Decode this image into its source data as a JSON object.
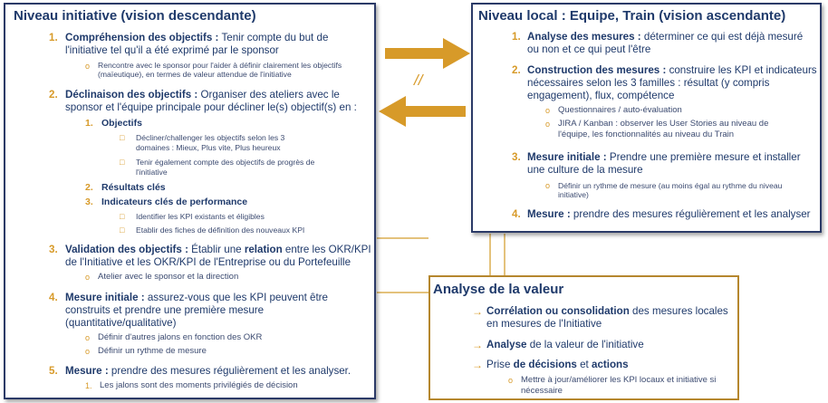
{
  "left": {
    "title": "Niveau initiative (vision descendante)",
    "items": [
      {
        "num": "1.",
        "bold": "Compréhension des objectifs :",
        "text": " Tenir compte du but de",
        "cont": "l'initiative tel qu'il a été exprimé par le sponsor",
        "sub": [
          "Rencontre avec le sponsor pour l'aider à définir clairement les objectifs",
          "(maïeutique), en termes de valeur attendue de l'initiative"
        ]
      },
      {
        "num": "2.",
        "bold": "Déclinaison des objectifs :",
        "text": " Organiser des ateliers avec le",
        "cont": "sponsor et l'équipe principale pour décliner le(s) objectif(s) en :",
        "subitems": [
          {
            "num": "1.",
            "label": "Objectifs",
            "lines": [
              "Décliner/challenger les objectifs selon les 3",
              "domaines : Mieux, Plus vite, Plus heureux",
              "Tenir également compte des objectifs de progrès de",
              "l'initiative"
            ]
          },
          {
            "num": "2.",
            "label": "Résultats clés"
          },
          {
            "num": "3.",
            "label": "Indicateurs clés de performance",
            "lines": [
              "Identifier les KPI existants et éligibles",
              "Etablir des fiches de définition des nouveaux KPI"
            ]
          }
        ]
      },
      {
        "num": "3.",
        "bold": "Validation des objectifs :",
        "text": " Établir une ",
        "bold2": "relation",
        "text2": " entre les OKR/KPI",
        "cont": "de l'Initiative et les OKR/KPI de l'Entreprise ou du Portefeuille",
        "sub": [
          "Atelier avec le sponsor et la direction"
        ]
      },
      {
        "num": "4.",
        "bold": "Mesure initiale :",
        "text": " assurez-vous que les KPI peuvent être",
        "cont": "construits et prendre une première mesure",
        "cont2": "(quantitative/qualitative)",
        "sub": [
          "Définir d'autres jalons en fonction des OKR",
          "Définir un rythme de mesure"
        ]
      },
      {
        "num": "5.",
        "bold": "Mesure :",
        "text": " prendre des mesures régulièrement et les analyser.",
        "sub": [
          "Les jalons sont des moments privilégiés de décision"
        ]
      }
    ]
  },
  "right": {
    "title": "Niveau local : Equipe, Train (vision ascendante)",
    "items": [
      {
        "num": "1.",
        "bold": "Analyse des mesures :",
        "text": " déterminer ce qui est déjà mesuré",
        "cont": "ou non et ce qui peut l'être"
      },
      {
        "num": "2.",
        "bold": "Construction des mesures :",
        "text": " construire les KPI et indicateurs",
        "cont": "nécessaires selon les 3 familles : résultat (y compris",
        "cont2": "engagement), flux, compétence",
        "sub": [
          "Questionnaires / auto-évaluation",
          "JIRA / Kanban : observer les User Stories au niveau de",
          "l'équipe, les fonctionnalités au niveau du Train"
        ]
      },
      {
        "num": "3.",
        "bold": "Mesure initiale :",
        "text": " Prendre une première mesure et installer",
        "cont": "une culture de la mesure",
        "sub": [
          "Définir un rythme de mesure (au moins égal au rythme du niveau",
          "initiative)"
        ]
      },
      {
        "num": "4.",
        "bold": "Mesure :",
        "text": " prendre des mesures régulièrement et les analyser"
      }
    ]
  },
  "middle": {
    "parallel_symbol": "//"
  },
  "valeur": {
    "title": "Analyse de la valeur",
    "items": [
      {
        "bold": "Corrélation ou consolidation",
        "text": " des mesures locales",
        "cont": "en mesures de l'Initiative"
      },
      {
        "bold": "Analyse",
        "text": " de la valeur de l'initiative"
      },
      {
        "pre": "Prise ",
        "bold": "de décisions",
        "mid": " et ",
        "bold2": "actions"
      }
    ],
    "sub": [
      "Mettre à jour/améliorer les KPI locaux et initiative si",
      "nécessaire"
    ]
  },
  "colors": {
    "navy": "#2b3a67",
    "gold": "#d79a29",
    "text": "#1f3a6b"
  },
  "bullets": {
    "circle": "o",
    "square": "□",
    "arrow": "→"
  }
}
